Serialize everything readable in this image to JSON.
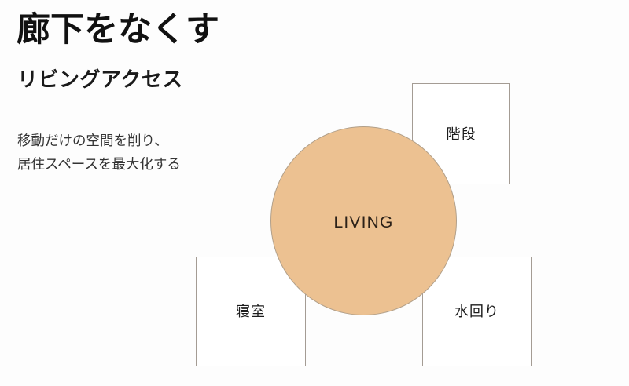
{
  "slide": {
    "background_color": "#fdfdfd",
    "title": "廊下をなくす",
    "subtitle": "リビングアクセス",
    "body": {
      "line1": "移動だけの空間を削り、",
      "line2": "居住スペースを最大化する"
    }
  },
  "diagram": {
    "center": {
      "label": "LIVING",
      "shape": "circle",
      "fill_color": "#ecc191",
      "border_color": "#b2a08a",
      "text_color": "#2b2118"
    },
    "rooms": [
      {
        "label": "階段",
        "shape": "square",
        "position": "top-right",
        "fill_color": "#ffffff",
        "border_color": "#a49c94"
      },
      {
        "label": "寝室",
        "shape": "square",
        "position": "bottom-left",
        "fill_color": "#ffffff",
        "border_color": "#a49c94"
      },
      {
        "label": "水回り",
        "shape": "square",
        "position": "bottom-right",
        "fill_color": "#ffffff",
        "border_color": "#a49c94"
      }
    ]
  }
}
